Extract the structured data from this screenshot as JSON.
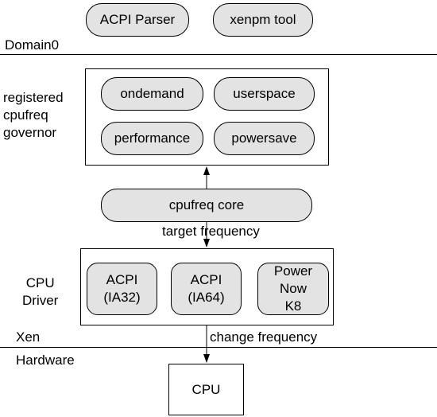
{
  "domain0": {
    "label": "Domain0",
    "acpi_parser": "ACPI Parser",
    "xenpm_tool": "xenpm tool"
  },
  "governor": {
    "label": "registered\ncpufreq\ngovernor",
    "items": [
      "ondemand",
      "userspace",
      "performance",
      "powersave"
    ]
  },
  "core": {
    "label": "cpufreq core",
    "target_frequency": "target frequency"
  },
  "cpu_driver": {
    "label": "CPU\nDriver",
    "items": [
      "ACPI\n(IA32)",
      "ACPI\n(IA64)",
      "Power\nNow\nK8"
    ]
  },
  "xen": {
    "label": "Xen",
    "change_frequency": "change frequency"
  },
  "hardware": {
    "label": "Hardware",
    "cpu": "CPU"
  },
  "colors": {
    "node_fill": "#e3e3e3",
    "line": "#000000"
  }
}
